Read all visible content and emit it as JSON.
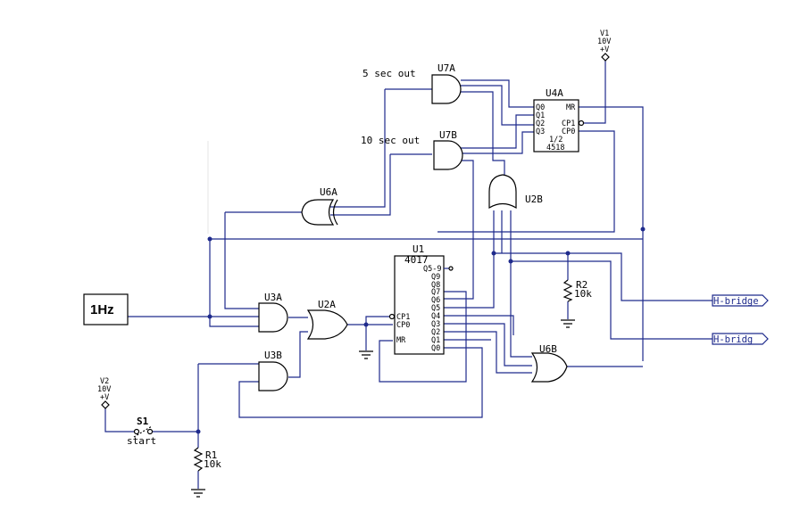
{
  "labels": {
    "five_sec": "5 sec out",
    "ten_sec": "10 sec out",
    "u7a": "U7A",
    "u7b": "U7B",
    "u6a": "U6A",
    "u6b": "U6B",
    "u4a": "U4A",
    "u4a_half": "1/2",
    "u4a_part": "4518",
    "u2a": "U2A",
    "u2b": "U2B",
    "u3a": "U3A",
    "u3b": "U3B",
    "u1": "U1",
    "u1_part": "4017",
    "v1": "V1",
    "v1_val": "10V",
    "v1_rail": "+V",
    "v2": "V2",
    "v2_val": "10V",
    "v2_rail": "+V",
    "s1": "S1",
    "s1_name": "start",
    "r1": "R1",
    "r1_val": "10k",
    "r2": "R2",
    "r2_val": "10k",
    "clock": "1Hz",
    "hbridge1": "H-bridge",
    "hbridge2": "H-bridg"
  },
  "pins": {
    "u4a": [
      "Q0",
      "Q1",
      "Q2",
      "Q3",
      "MR",
      "CP1",
      "CP0"
    ],
    "u1": [
      "Q5-9",
      "Q9",
      "Q8",
      "Q7",
      "Q6",
      "Q5",
      "Q4",
      "Q3",
      "Q2",
      "Q1",
      "Q0",
      "CP1",
      "CP0",
      "MR"
    ]
  },
  "colors": {
    "wire": "#1e2a8c",
    "component": "#000000",
    "background": "#ffffff"
  }
}
